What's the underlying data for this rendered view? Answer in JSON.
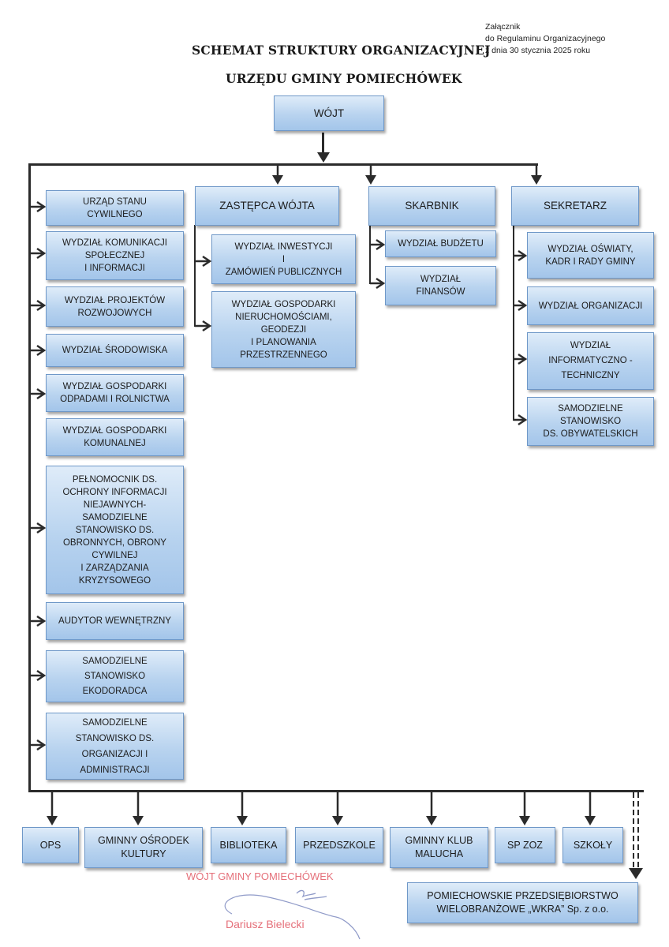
{
  "title": {
    "line1": "SCHEMAT STRUKTURY ORGANIZACYJNEJ",
    "line2": "URZĘDU GMINY POMIECHÓWEK"
  },
  "note": {
    "line1": "Załącznik",
    "line2": "do Regulaminu Organizacyjnego",
    "line3": "z dnia 30 stycznia 2025 roku"
  },
  "head": "WÓJT",
  "deputies": {
    "zastepca": "ZASTĘPCA WÓJTA",
    "skarbnik": "SKARBNIK",
    "sekretarz": "SEKRETARZ"
  },
  "left_units": [
    "URZĄD STANU\nCYWILNEGO",
    "WYDZIAŁ KOMUNIKACJI\nSPOŁECZNEJ\nI INFORMACJI",
    "WYDZIAŁ PROJEKTÓW\nROZWOJOWYCH",
    "WYDZIAŁ  ŚRODOWISKA",
    "WYDZIAŁ GOSPODARKI\nODPADAMI I ROLNICTWA",
    "WYDZIAŁ GOSPODARKI\nKOMUNALNEJ",
    "PEŁNOMOCNIK DS.\nOCHRONY INFORMACJI\nNIEJAWNYCH-\nSAMODZIELNE\nSTANOWISKO DS.\nOBRONNYCH, OBRONY\nCYWILNEJ\nI ZARZĄDZANIA\nKRYZYSOWEGO",
    "AUDYTOR WEWNĘTRZNY",
    "SAMODZIELNE\nSTANOWISKO\nEKODORADCA",
    "SAMODZIELNE\nSTANOWISKO DS.\nORGANIZACJI I\nADMINISTRACJI"
  ],
  "zastepca_units": [
    "WYDZIAŁ INWESTYCJI\nI\nZAMÓWIEŃ PUBLICZNYCH",
    "WYDZIAŁ GOSPODARKI\nNIERUCHOMOŚCIAMI,\nGEODEZJI\nI PLANOWANIA\nPRZESTRZENNEGO"
  ],
  "skarbnik_units": [
    "WYDZIAŁ BUDŻETU",
    "WYDZIAŁ\nFINANSÓW"
  ],
  "sekretarz_units": [
    "WYDZIAŁ OŚWIATY,\nKADR I RADY GMINY",
    "WYDZIAŁ ORGANIZACJI",
    "WYDZIAŁ\nINFORMATYCZNO -\nTECHNICZNY",
    "SAMODZIELNE\nSTANOWISKO\nDS. OBYWATELSKICH"
  ],
  "bottom_units": [
    "OPS",
    "GMINNY OŚRODEK\nKULTURY",
    "BIBLIOTEKA",
    "PRZEDSZKOLE",
    "GMINNY KLUB\nMALUCHA",
    "SP ZOZ",
    "SZKOŁY"
  ],
  "company": "POMIECHOWSKIE PRZEDSIĘBIORSTWO\nWIELOBRANŻOWE „WKRA” Sp. z o.o.",
  "signature": {
    "role": "WÓJT GMINY POMIECHÓWEK",
    "name": "Dariusz Bielecki"
  },
  "colors": {
    "box_fill": "#b8d3ef",
    "box_border": "#6f98c8",
    "connector": "#2b2b2b",
    "stamp": "#e5707a"
  }
}
